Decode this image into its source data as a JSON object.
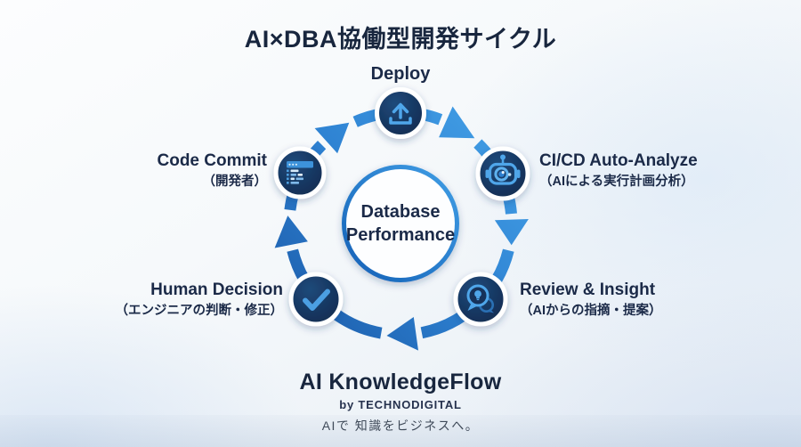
{
  "title": "AI×DBA協働型開発サイクル",
  "center": {
    "line1": "Database",
    "line2": "Performance"
  },
  "nodes": [
    {
      "label": "Deploy",
      "sublabel": "",
      "icon": "upload-icon"
    },
    {
      "label": "CI/CD Auto-Analyze",
      "sublabel": "（AIによる実行計画分析）",
      "icon": "robot-icon"
    },
    {
      "label": "Review & Insight",
      "sublabel": "（AIからの指摘・提案）",
      "icon": "chat-bulb-icon"
    },
    {
      "label": "Human Decision",
      "sublabel": "（エンジニアの判断・修正）",
      "icon": "checkmark-icon"
    },
    {
      "label": "Code Commit",
      "sublabel": "（開発者）",
      "icon": "code-window-icon"
    }
  ],
  "footer": {
    "brand": "AI KnowledgeFlow",
    "byline": "by TECHNODIGITAL",
    "tagline": "AIで 知識をビジネスへ。"
  },
  "colors": {
    "arrow_dark": "#1a57a5",
    "arrow_mid": "#2e82d2",
    "arrow_light": "#47a5ea",
    "node_navy": "#13305a",
    "icon_blue": "#4fa6ea",
    "text_navy": "#1b2a48",
    "tagline_gray": "#3f4a59",
    "background": "#f2f6fa"
  }
}
